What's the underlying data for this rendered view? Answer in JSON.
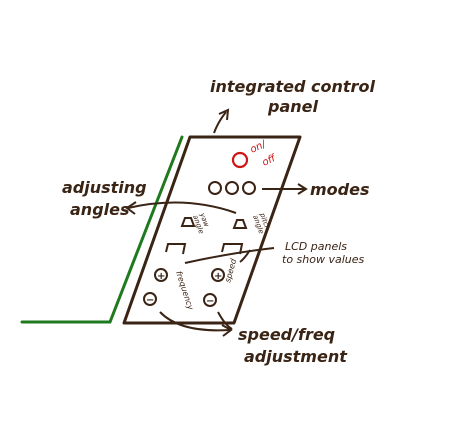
{
  "labels": {
    "integrated_line1": "integrated control",
    "integrated_line2": "panel",
    "onoff_on": "on/",
    "onoff_off": "off",
    "modes": "modes",
    "adjusting_line1": "adjusting",
    "adjusting_line2": "angles",
    "yaw_line1": "yaw",
    "yaw_line2": "angle",
    "pitch_line1": "pitch",
    "pitch_line2": "angle",
    "lcd_line1": "LCD panels",
    "lcd_line2": "to show values",
    "frequency": "frequency",
    "speed": "speed",
    "plus": "+",
    "minus": "−",
    "speedfreq_line1": "speed/freq",
    "speedfreq_line2": "adjustment"
  },
  "colors": {
    "ink": "#3a2415",
    "accent_red": "#d01515",
    "stand_green": "#1f7a1f",
    "background": "#ffffff"
  }
}
